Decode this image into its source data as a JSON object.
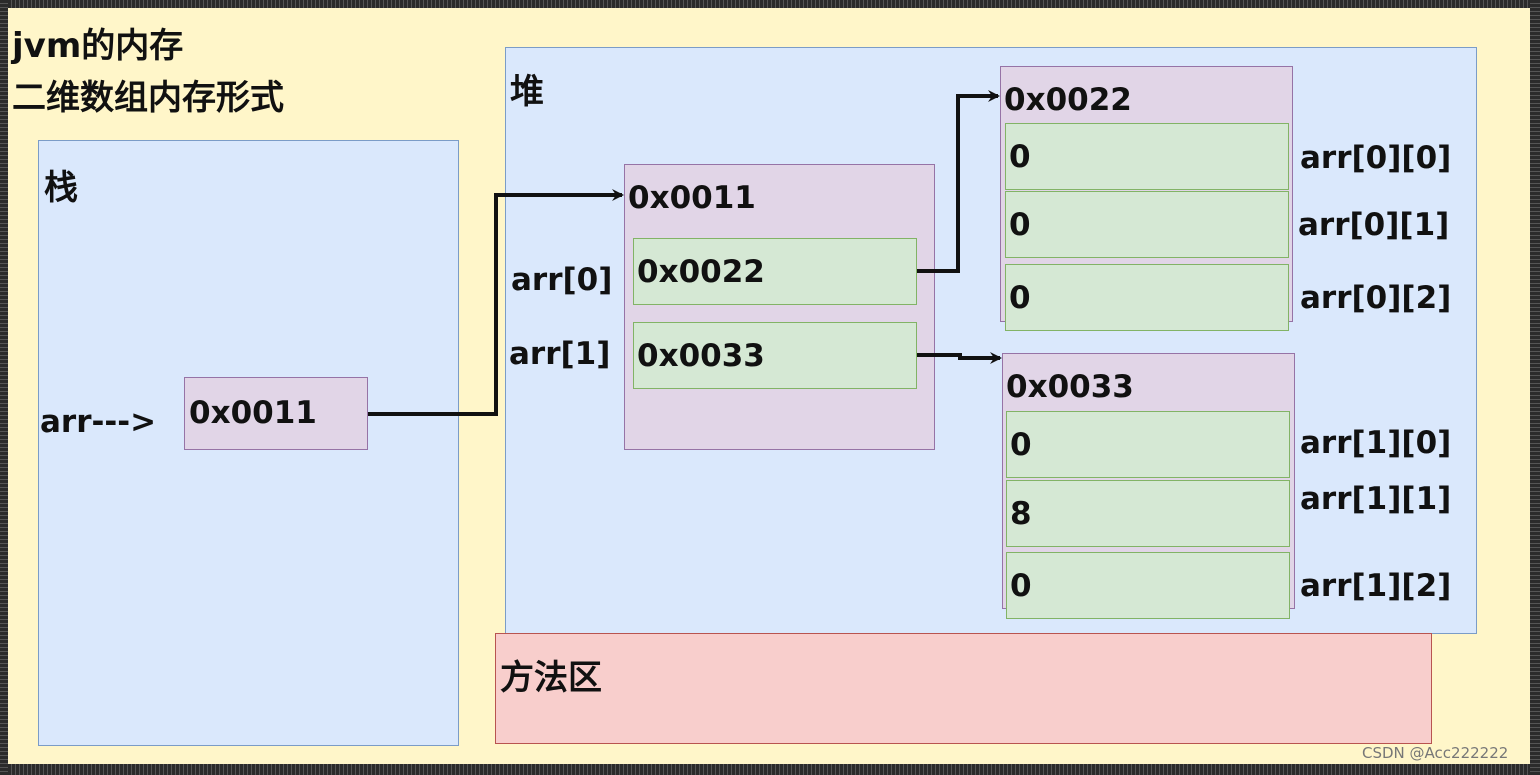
{
  "title": {
    "line1": "jvm的内存",
    "line2": "二维数组内存形式"
  },
  "stack": {
    "label": "栈",
    "var_label": "arr--->",
    "ref_value": "0x0011"
  },
  "heap": {
    "label": "堆",
    "outer": {
      "address": "0x0011",
      "rows": [
        {
          "label": "arr[0]",
          "value": "0x0022"
        },
        {
          "label": "arr[1]",
          "value": "0x0033"
        }
      ]
    },
    "inner": [
      {
        "address": "0x0022",
        "cells": [
          {
            "value": "0",
            "label": "arr[0][0]"
          },
          {
            "value": "0",
            "label": "arr[0][1]"
          },
          {
            "value": "0",
            "label": "arr[0][2]"
          }
        ]
      },
      {
        "address": "0x0033",
        "cells": [
          {
            "value": "0",
            "label": "arr[1][0]"
          },
          {
            "value": "8",
            "label": "arr[1][1]"
          },
          {
            "value": "0",
            "label": "arr[1][2]"
          }
        ]
      }
    ]
  },
  "method_area": {
    "label": "方法区"
  },
  "watermark": "CSDN @Acc222222",
  "colors": {
    "background": "#fff6c9",
    "region_fill": "#dae8fc",
    "object_fill": "#e1d5e7",
    "element_fill": "#d5e8d4",
    "method_area_fill": "#f8cecc",
    "arrow": "#111111"
  }
}
